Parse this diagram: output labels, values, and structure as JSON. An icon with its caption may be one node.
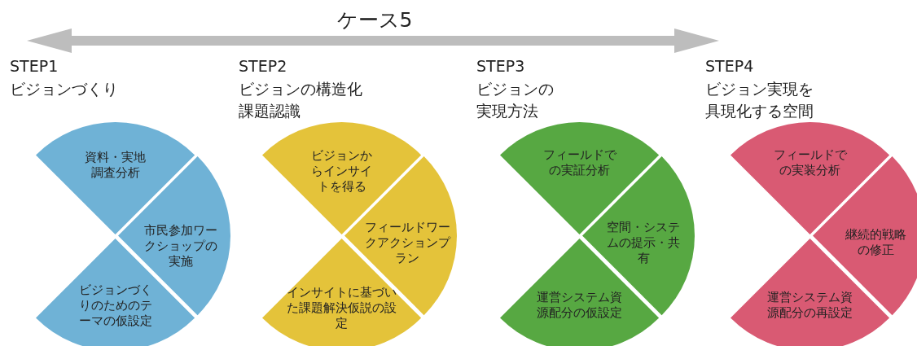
{
  "diagram": {
    "title": "ケース5",
    "nodes": [
      {
        "text": [
          "資料・実地調査分析"
        ]
      },
      {
        "text": [
          "市民参加ワークショップの実施"
        ]
      },
      {
        "text": [
          "ビジョンづくりのためのテーマの仮設定"
        ]
      },
      {
        "text": [
          "ビジョンからインサイトを得る"
        ]
      },
      {
        "text": [
          "フィールドワークアクションプラン"
        ]
      },
      {
        "text": [
          "インサイトに基づいた課題解決仮説の設定"
        ]
      },
      {
        "text": [
          "フィールドでの実証分析"
        ]
      },
      {
        "text": [
          "空間・システムの提示・共有"
        ]
      },
      {
        "text": [
          "運営システム資源配分の仮設定"
        ]
      },
      {
        "text": [
          "フィールドでの実装分析"
        ]
      },
      {
        "text": [
          "継続的戦略の修正"
        ]
      },
      {
        "text": [
          "運営システム資源配分の再設定"
        ]
      }
    ],
    "labels": [
      "STEP1",
      "ビジョンづくり",
      "STEP2",
      "ビジョンの構造化課題認識",
      "STEP3",
      "ビジョンの実現方法",
      "STEP4",
      "ビジョン実現を具現化する空間"
    ]
  }
}
